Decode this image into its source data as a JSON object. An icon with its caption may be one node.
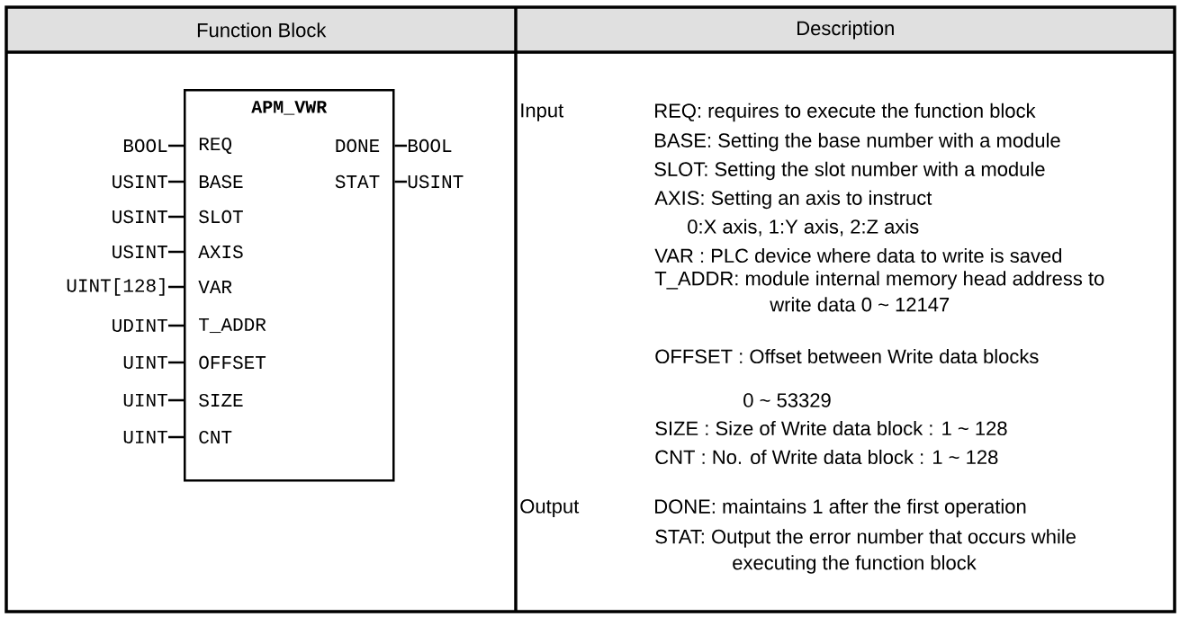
{
  "diagram": {
    "nodes": [
      {
        "text": [
          "APM_VWR"
        ]
      },
      {
        "text": [
          "REQ"
        ],
        "in": 0
      },
      {
        "text": [
          "BASE"
        ],
        "in": 0
      },
      {
        "text": [
          "SLOT"
        ],
        "in": 0
      },
      {
        "text": [
          "AXIS"
        ],
        "in": 0
      },
      {
        "text": [
          "VAR"
        ],
        "in": 0
      },
      {
        "text": [
          "T_ADDR"
        ],
        "in": 0
      },
      {
        "text": [
          "OFFSET"
        ],
        "in": 0
      },
      {
        "text": [
          "SIZE"
        ],
        "in": 0
      },
      {
        "text": [
          "CNT"
        ],
        "in": 0
      },
      {
        "text": [
          "DONE"
        ],
        "in": 0
      },
      {
        "text": [
          "STAT"
        ],
        "in": 0
      },
      {
        "text": [
          "BOOL"
        ]
      },
      {
        "text": [
          "USINT"
        ]
      },
      {
        "text": [
          "USINT"
        ]
      },
      {
        "text": [
          "USINT"
        ]
      },
      {
        "text": [
          "UINT[128]"
        ]
      },
      {
        "text": [
          "UDINT"
        ]
      },
      {
        "text": [
          "UINT"
        ]
      },
      {
        "text": [
          "UINT"
        ]
      },
      {
        "text": [
          "UINT"
        ]
      },
      {
        "text": [
          "BOOL"
        ]
      },
      {
        "text": [
          "USINT"
        ]
      }
    ],
    "edges": [
      {
        "from": 12,
        "to": 1,
        "arrow": "none"
      },
      {
        "from": 13,
        "to": 2,
        "arrow": "none"
      },
      {
        "from": 14,
        "to": 3,
        "arrow": "none"
      },
      {
        "from": 15,
        "to": 4,
        "arrow": "none"
      },
      {
        "from": 16,
        "to": 5,
        "arrow": "none"
      },
      {
        "from": 17,
        "to": 6,
        "arrow": "none"
      },
      {
        "from": 18,
        "to": 7,
        "arrow": "none"
      },
      {
        "from": 19,
        "to": 8,
        "arrow": "none"
      },
      {
        "from": 20,
        "to": 9,
        "arrow": "none"
      },
      {
        "from": 10,
        "to": 21,
        "arrow": "none"
      },
      {
        "from": 11,
        "to": 22,
        "arrow": "none"
      }
    ],
    "labels": [
      "Function Block",
      "Description",
      "Input",
      "REQ: requires to execute the function block",
      "BASE: Setting the base number with a module",
      "SLOT: Setting the slot number with a module",
      "AXIS: Setting an axis to instruct",
      "0:X axis, 1:Y axis, 2:Z axis",
      "VAR : PLC device where data to write is saved",
      "T_ADDR: module internal memory head address to write data 0 ~ 12147",
      "OFFSET : Offset between Write data blocks",
      "0 ~ 53329",
      "SIZE : Size of Write data block : 1 ~ 128",
      "CNT : No. of Write data block : 1 ~ 128",
      "Output",
      "DONE: maintains 1 after the first operation",
      "STAT: Output the error number that occurs while executing the function block"
    ]
  }
}
